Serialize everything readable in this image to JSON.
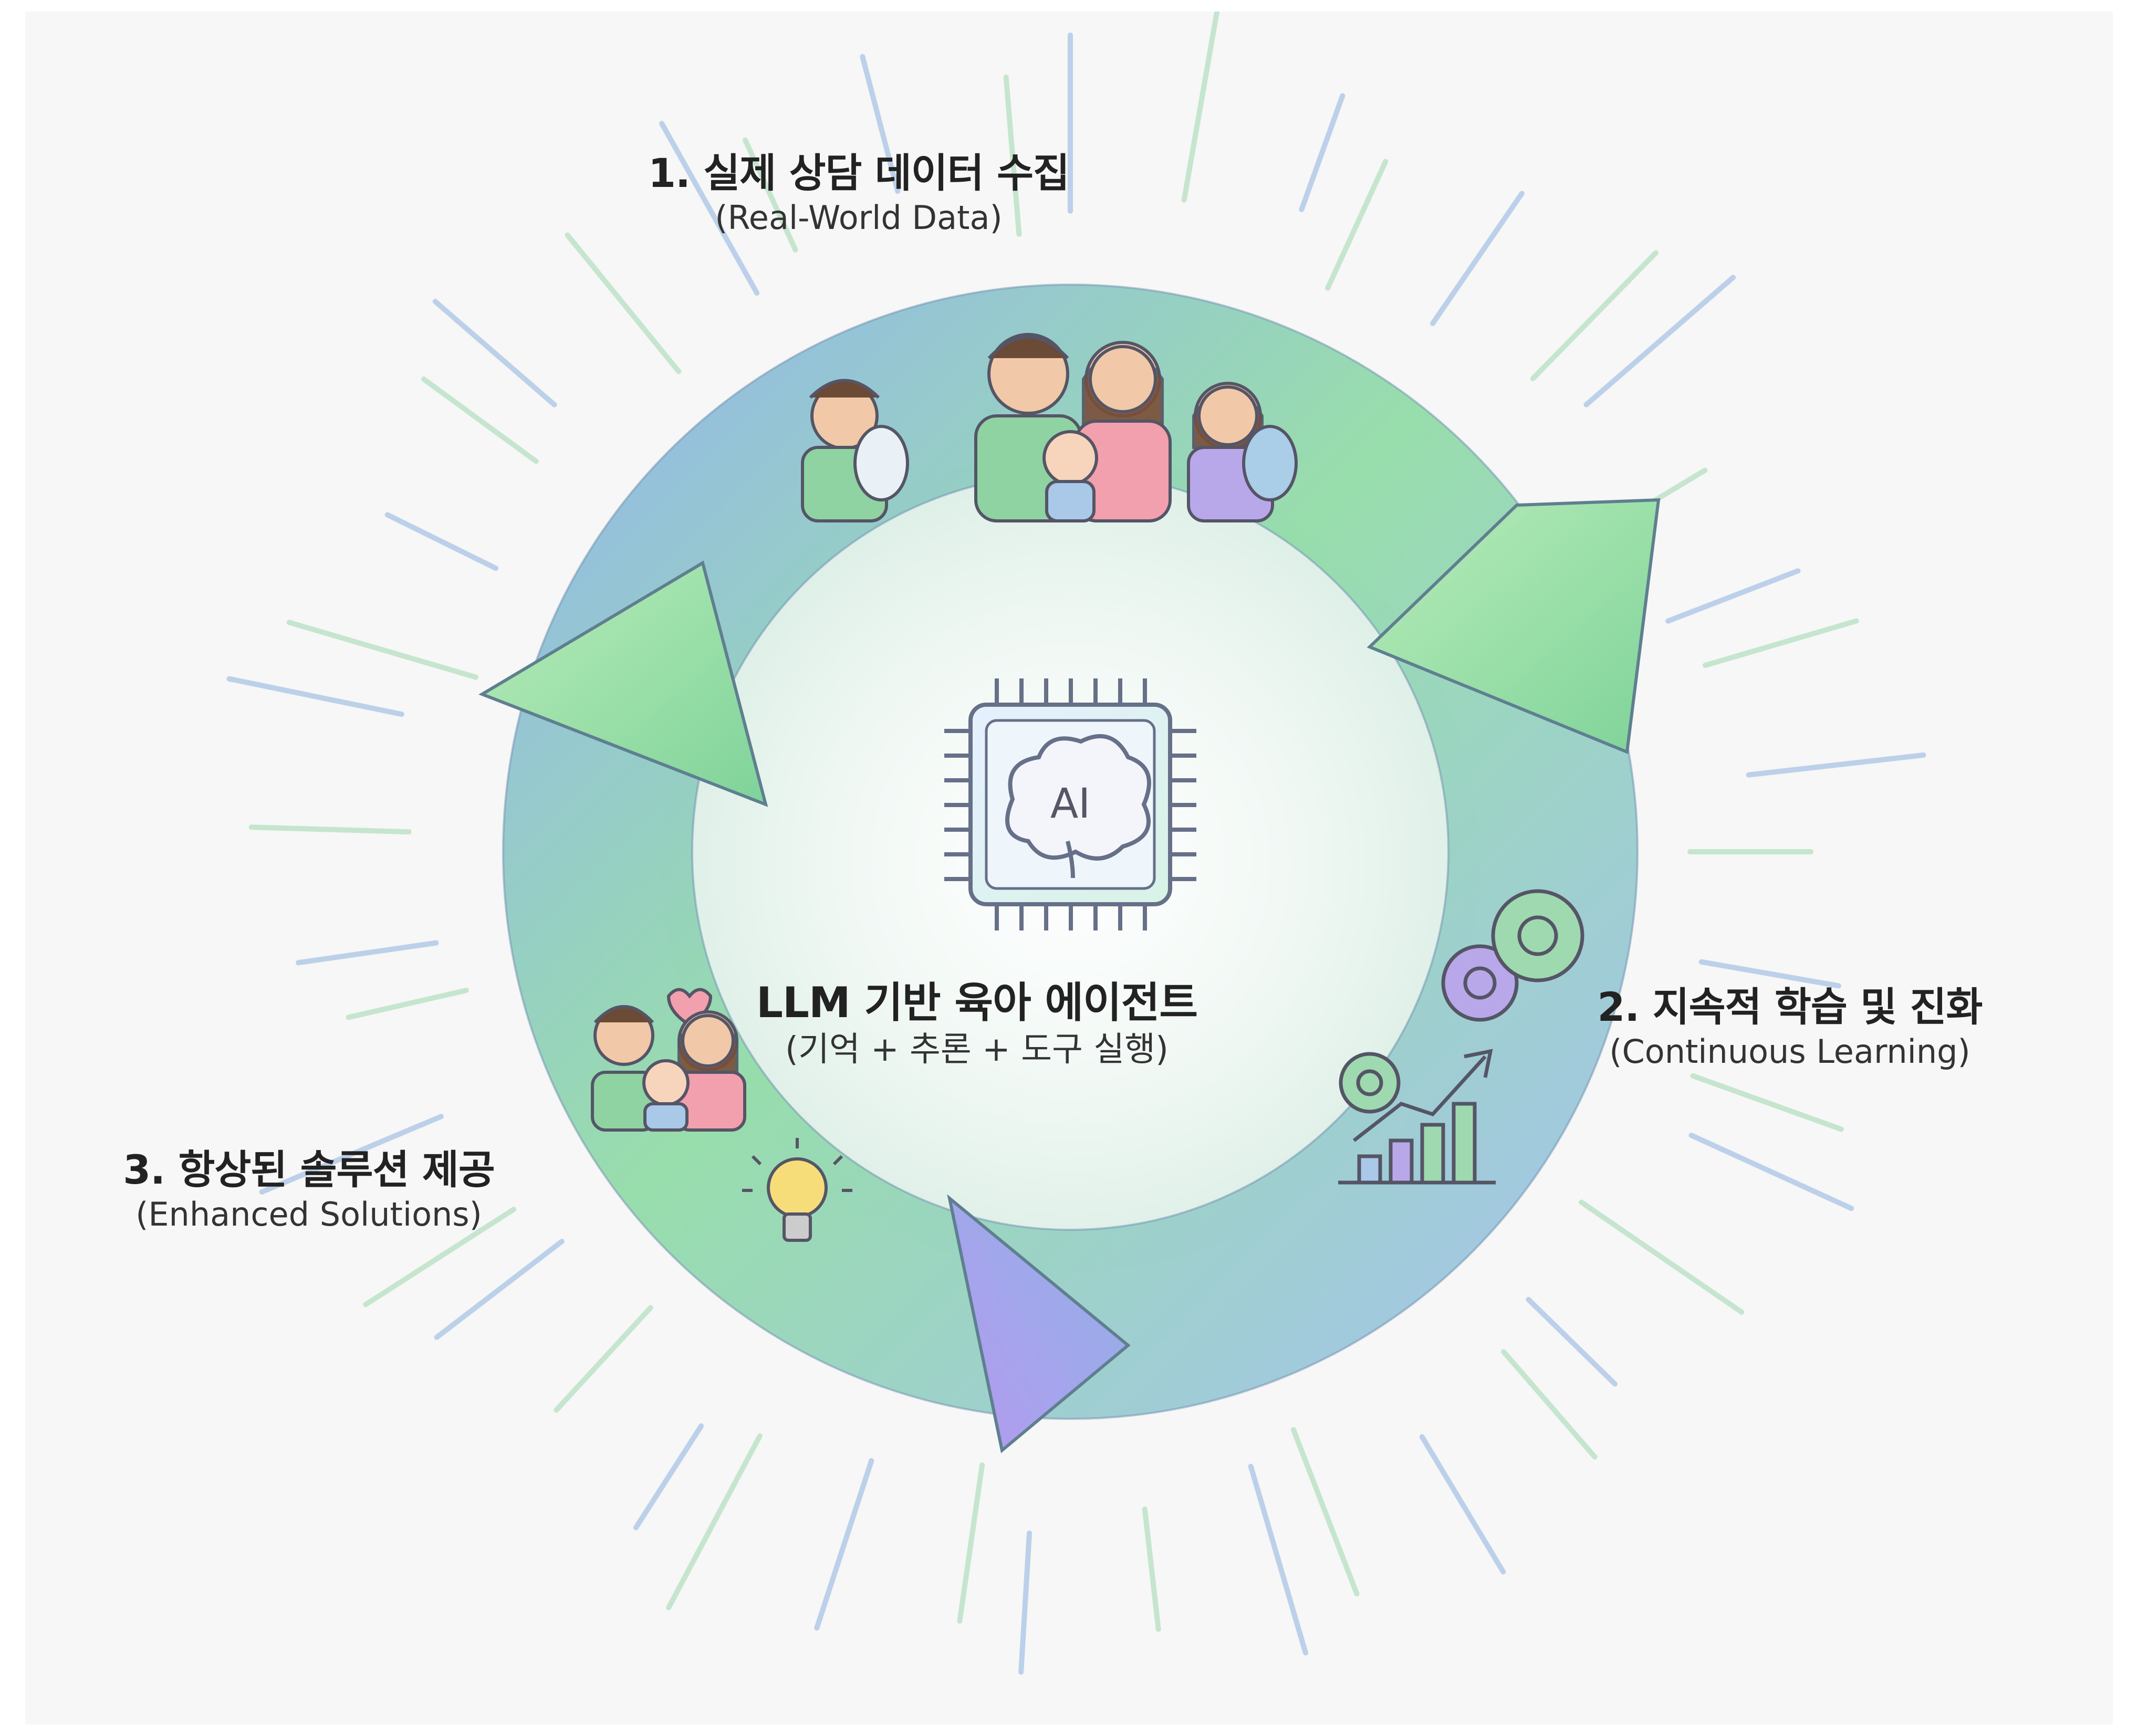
{
  "center": {
    "title": "LLM 기반 육아 에이전트",
    "subtitle": "(기억 + 추론 + 도구 실행)",
    "chip_text": "AI",
    "icon": "ai-brain-chip-icon"
  },
  "steps": [
    {
      "title": "1. 실제 상담 데이터 수집",
      "subtitle": "(Real-World Data)",
      "icon": "family-group-icon"
    },
    {
      "title": "2. 지속적 학습 및 진화",
      "subtitle": "(Continuous Learning)",
      "icon": "gears-growth-chart-icon"
    },
    {
      "title": "3. 항상된 솔루션 제공",
      "subtitle": "(Enhanced Solutions)",
      "icon": "family-lightbulb-icon"
    }
  ],
  "colors": {
    "ring_blue": "#8fb8e3",
    "ring_green": "#93dca8",
    "ring_purple": "#a79be6",
    "ray_green": "#b7e0c2",
    "ray_blue": "#a9c4e6",
    "icon_stroke": "#555566"
  }
}
